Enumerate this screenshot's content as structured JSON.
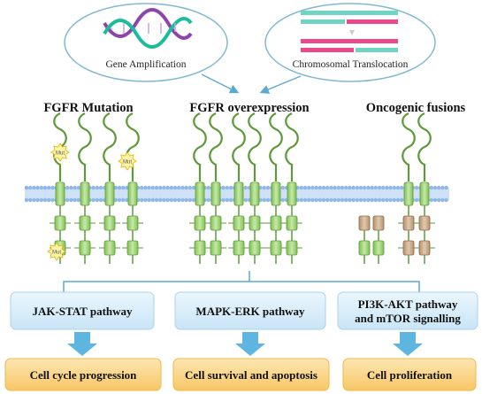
{
  "top_ovals": {
    "gene_amplification": "Gene Amplification",
    "chromosomal_translocation": "Chromosomal  Translocation"
  },
  "section_headings": {
    "mutation": "FGFR Mutation",
    "overexpression": "FGFR overexpression",
    "fusions": "Oncogenic fusions"
  },
  "mutation_badge": "Mut",
  "pathways": {
    "jak_stat": "JAK-STAT pathway",
    "mapk_erk": "MAPK-ERK pathway",
    "pi3k_line1": "PI3K-AKT pathway",
    "pi3k_line2": "and  mTOR signalling"
  },
  "outcomes": {
    "cell_cycle": "Cell cycle progression",
    "cell_survival": "Cell survival and apoptosis",
    "cell_proliferation": "Cell proliferation"
  },
  "colors": {
    "oval_border": "#7fb8d6",
    "membrane": "#8fb7e8",
    "receptor_green": "#9fd07a",
    "receptor_dark": "#5f9a3a",
    "fusion_partner": "#c7a98a",
    "pathway_fill": "#d6ecfa",
    "outcome_fill": "#fbd58a",
    "arrow": "#5eb6e0",
    "dna_purple": "#8e44ad",
    "dna_teal": "#1abc9c",
    "chrom_teal": "#6fd4c4",
    "chrom_pink": "#e84a8c"
  }
}
